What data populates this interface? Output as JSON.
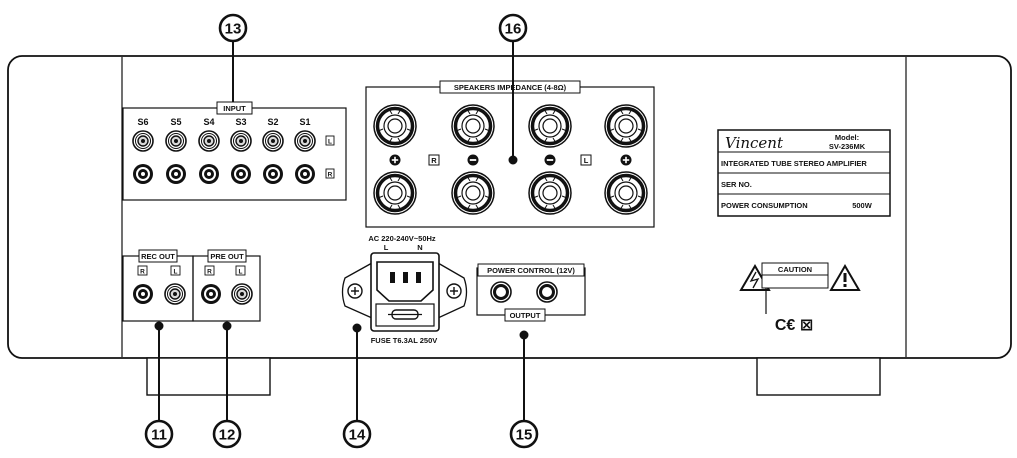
{
  "callouts": {
    "c11": "11",
    "c12": "12",
    "c13": "13",
    "c14": "14",
    "c15": "15",
    "c16": "16"
  },
  "input": {
    "title": "INPUT",
    "channels": [
      "S6",
      "S5",
      "S4",
      "S3",
      "S2",
      "S1"
    ],
    "left_mark": "L",
    "right_mark": "R"
  },
  "speakers": {
    "title": "SPEAKERS IMPEDANCE (4-8Ω)",
    "right_mark": "R",
    "left_mark": "L"
  },
  "rec_out": {
    "title": "REC OUT",
    "right_mark": "R",
    "left_mark": "L"
  },
  "pre_out": {
    "title": "PRE OUT",
    "right_mark": "R",
    "left_mark": "L"
  },
  "ac": {
    "rating": "AC 220-240V~50Hz",
    "live": "L",
    "neutral": "N",
    "fuse": "FUSE T6.3AL 250V"
  },
  "power_control": {
    "title": "POWER CONTROL (12V)",
    "output": "OUTPUT"
  },
  "nameplate": {
    "brand": "Vincent",
    "model_label": "Model:",
    "model": "SV-236MK",
    "product": "INTEGRATED TUBE STEREO AMPLIFIER",
    "serial": "SER NO.",
    "power_label": "POWER CONSUMPTION",
    "power_value": "500W"
  },
  "caution": {
    "text": "CAUTION",
    "marks": "C€ ⊠"
  }
}
